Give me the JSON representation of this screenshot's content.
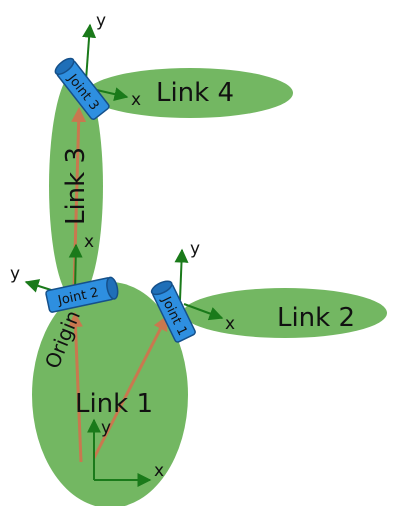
{
  "links": {
    "link1": "Link 1",
    "link2": "Link 2",
    "link3": "Link 3",
    "link4": "Link 4"
  },
  "joints": {
    "joint1": "Joint 1",
    "joint2": "Joint 2",
    "joint3": "Joint 3"
  },
  "origin_label": "Origin",
  "axes": {
    "x": "x",
    "y": "y"
  },
  "colors": {
    "link_fill": "#6cb35a",
    "joint_fill": "#2e8fe0",
    "joint_stroke": "#15508a",
    "frame_axis": "#1a7a1a",
    "position_vector": "#c9784f"
  }
}
